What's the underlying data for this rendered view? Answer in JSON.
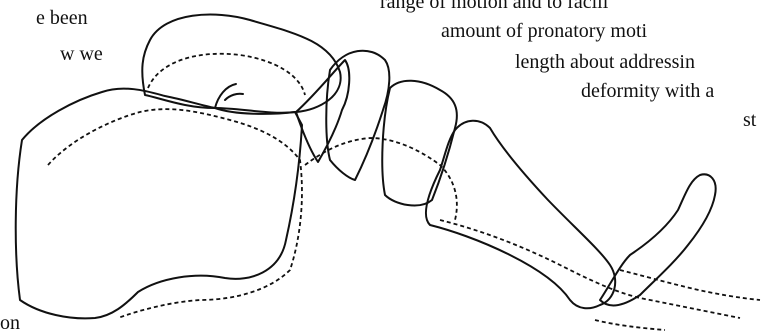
{
  "left_column": {
    "lines": [
      "e   been",
      "w we",
      "on"
    ]
  },
  "right_column": {
    "lines": [
      "range of motion and to facili",
      "amount of pronatory moti",
      "length about addressin",
      "deformity with a",
      "st"
    ]
  },
  "figure": {
    "subject": "foot-bones-illustration",
    "ink_color": "#111111"
  }
}
